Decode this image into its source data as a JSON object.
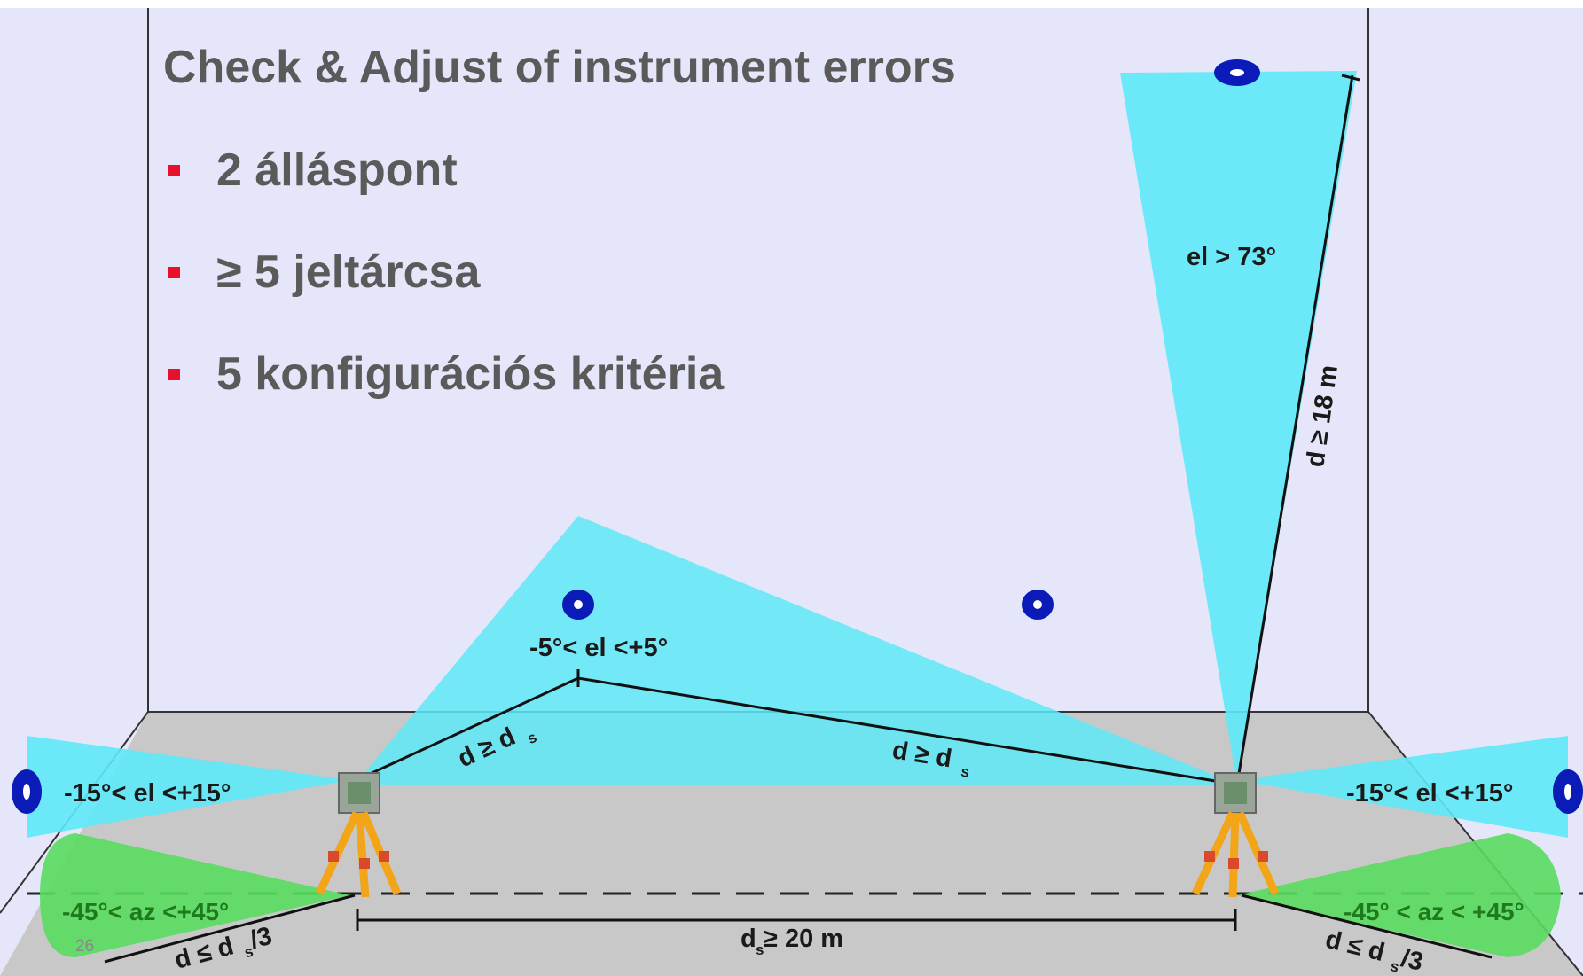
{
  "slide": {
    "title": "Check & Adjust of instrument errors",
    "bullets": [
      "2 álláspont",
      "≥ 5 jeltárcsa",
      "5 konfigurációs kritéria"
    ],
    "page_number": "26"
  },
  "diagram": {
    "labels": {
      "el_high": "el > 73°",
      "d_high": "d ≥ 18 m",
      "el_mid": "-5°< el <+5°",
      "d_ds_left": "d ≥ d",
      "d_ds_right": "d ≥ d",
      "el_side_left": "-15°< el <+15°",
      "el_side_right": "-15°< el <+15°",
      "az_left": "-45°< az <+45°",
      "az_right": "-45° < az < +45°",
      "d_ds3_left": "d ≤ d",
      "d_ds3_right": "d ≤ d",
      "ds_min": "d",
      "ds_min_rest": " ≥ 20 m",
      "subscript_s": "s",
      "div3": "/3"
    },
    "colors": {
      "background": "#e6e6fa",
      "floor": "#c8c8c8",
      "cyan_cone": "#5ee9f7",
      "green_cone": "#58dc5e",
      "target": "#0b1bb8",
      "bullet_marker": "#e8102a",
      "text": "#5a5a5a"
    }
  }
}
